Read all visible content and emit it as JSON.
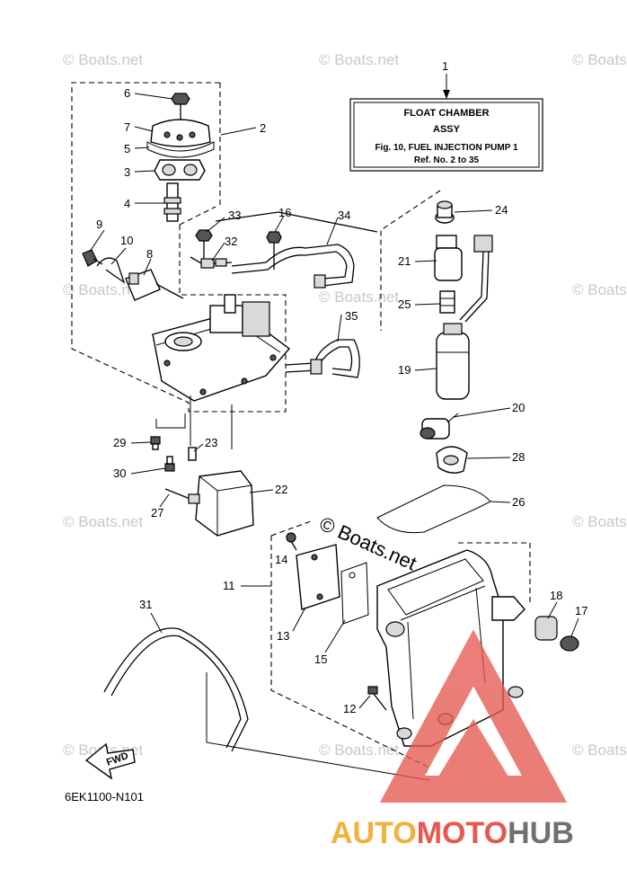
{
  "title_box": {
    "ref": "1",
    "line1": "FLOAT CHAMBER",
    "line2": "ASSY",
    "line3": "Fig. 10, FUEL INJECTION PUMP 1",
    "line4": "Ref. No. 2 to 35"
  },
  "callouts": [
    "2",
    "3",
    "4",
    "5",
    "6",
    "7",
    "8",
    "9",
    "10",
    "11",
    "12",
    "13",
    "14",
    "15",
    "16",
    "17",
    "18",
    "19",
    "20",
    "21",
    "22",
    "23",
    "24",
    "25",
    "26",
    "27",
    "28",
    "29",
    "30",
    "31",
    "32",
    "33",
    "34",
    "35"
  ],
  "watermark_text": "© Boats.net",
  "center_watermark": "© Boats.net",
  "fwd_label": "FWD",
  "diagram_code": "6EK1100-N101",
  "brand": {
    "part1": "AUTO",
    "part2": "MOTO",
    "part3": "HUB",
    "colors": {
      "auto": "#f2b13a",
      "moto": "#e8584f",
      "hub": "#707070",
      "triangle": "#e55a52"
    }
  }
}
